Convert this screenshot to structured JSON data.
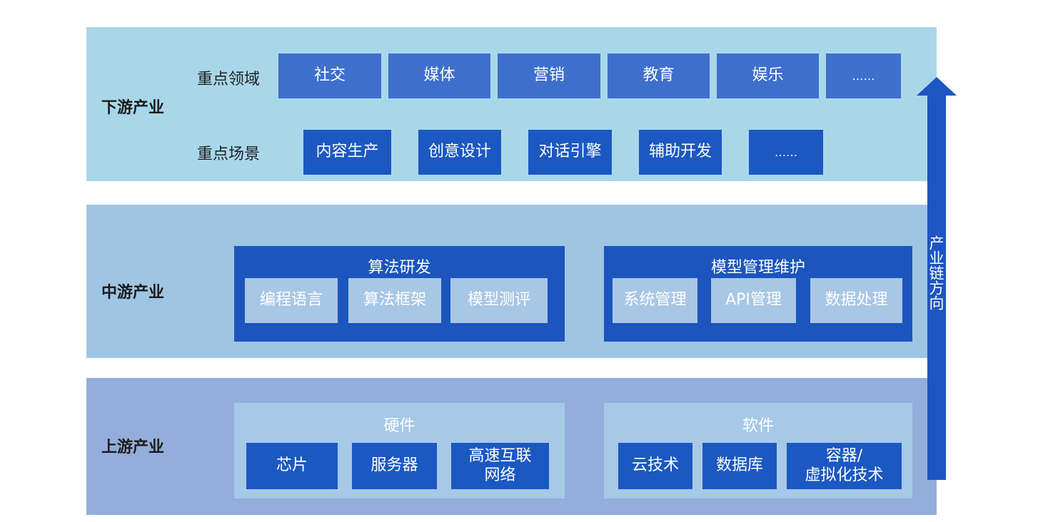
{
  "downstream": {
    "tier_label": "下游产业",
    "domains_label": "重点领域",
    "domains": [
      "社交",
      "媒体",
      "营销",
      "教育",
      "娱乐",
      "……"
    ],
    "scenes_label": "重点场景",
    "scenes": [
      "内容生产",
      "创意设计",
      "对话引擎",
      "辅助开发",
      "……"
    ]
  },
  "midstream": {
    "tier_label": "中游产业",
    "groups": [
      {
        "title": "算法研发",
        "items": [
          "编程语言",
          "算法框架",
          "模型测评"
        ]
      },
      {
        "title": "模型管理维护",
        "items": [
          "系统管理",
          "API管理",
          "数据处理"
        ]
      }
    ]
  },
  "upstream": {
    "tier_label": "上游产业",
    "groups": [
      {
        "title": "硬件",
        "items": [
          "芯片",
          "服务器",
          "高速互联\n网络"
        ]
      },
      {
        "title": "软件",
        "items": [
          "云技术",
          "数据库",
          "容器/\n虚拟化技术"
        ]
      }
    ]
  },
  "arrow": {
    "label": "产业链方向"
  },
  "colors": {
    "downstream_band": "#a9d7ea",
    "midstream_band": "#9fc5e3",
    "upstream_band": "#93aedb",
    "tile_blue": "#3f6fcd",
    "tile_dark_blue": "#1c58c2",
    "arrow_blue": "#1d55c2"
  }
}
